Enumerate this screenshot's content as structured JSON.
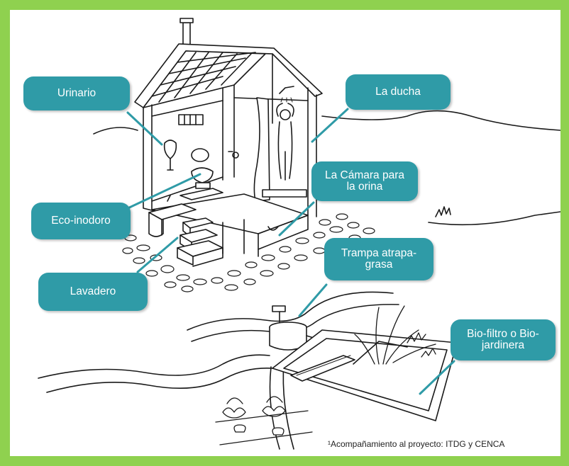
{
  "labels": {
    "urinario": "Urinario",
    "ducha": "La ducha",
    "eco_inodoro": "Eco-inodoro",
    "camara_orina": "La Cámara para la orina",
    "lavadero": "Lavadero",
    "trampa": "Trampa atrapa-grasa",
    "biofiltro": "Bio-filtro o Bio-jardinera"
  },
  "footnote": "¹Acompañamiento al proyecto: ITDG y CENCA",
  "colors": {
    "frame": "#8fd14f",
    "outer_background": "#9cc7e6",
    "callout": "#2f9ba7",
    "callout_text": "#ffffff"
  }
}
